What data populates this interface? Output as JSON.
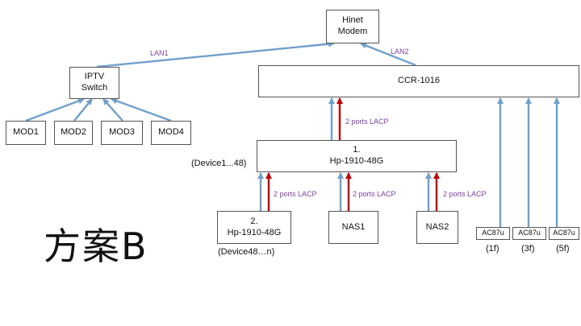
{
  "colors": {
    "blue_arrow": "#6fa0cc",
    "red_arrow": "#c00000",
    "label": "#7b3fa0",
    "box_border": "#555555"
  },
  "nodes": {
    "modem": [
      "Hinet",
      "Modem"
    ],
    "iptv": [
      "IPTV",
      "Switch"
    ],
    "ccr": "CCR-1016",
    "mod": [
      "MOD1",
      "MOD2",
      "MOD3",
      "MOD4"
    ],
    "hp1": [
      "1.",
      "Hp-1910-48G"
    ],
    "hp2": [
      "2.",
      "Hp-1910-48G"
    ],
    "nas1": "NAS1",
    "nas2": "NAS2",
    "ac": [
      "AC87u",
      "AC87u",
      "AC87u"
    ]
  },
  "labels": {
    "lan1": "LAN1",
    "lan2": "LAN2",
    "lacp": "2 ports LACP",
    "device_range_1": "(Device1...48)",
    "device_range_2": "(Device48…n)",
    "floors": [
      "(1f)",
      "(3f)",
      "(5f)"
    ],
    "plan_title": "方案B"
  }
}
